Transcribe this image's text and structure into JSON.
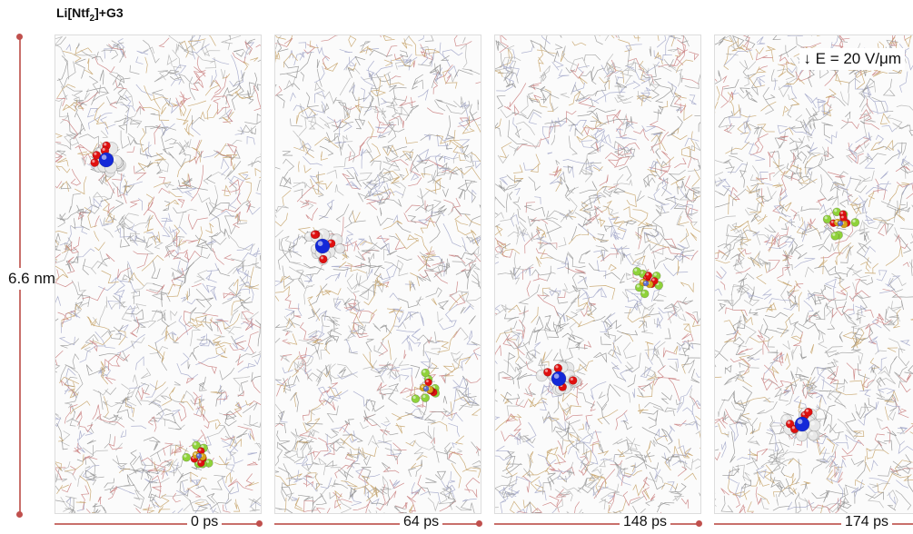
{
  "figure": {
    "title_main": "Li[Ntf",
    "title_sub": "2",
    "title_tail": "]+G3",
    "scale_label": "6.6 nm",
    "field_label": "↓ E = 20 V/μm"
  },
  "panels": [
    {
      "time": "0 ps"
    },
    {
      "time": "64 ps"
    },
    {
      "time": "148 ps"
    },
    {
      "time": "174 ps"
    }
  ],
  "colors": {
    "accent": "#c0504d",
    "lithium": "#1428d8",
    "oxygen": "#e01010",
    "fluorine": "#8fd23a",
    "sulfur": "#d8a418",
    "carbon_h": "#e8e8e8"
  }
}
